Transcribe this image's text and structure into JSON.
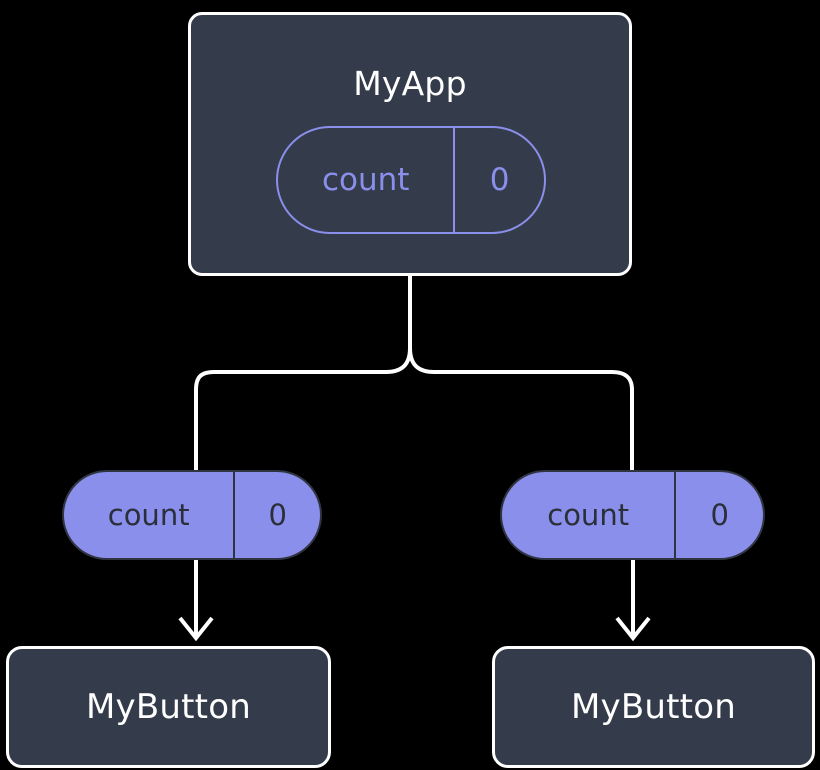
{
  "diagram": {
    "title": "",
    "background": "#000000",
    "colors": {
      "node_fill": "#343B4A",
      "node_stroke": "#FFFFFF",
      "accent": "#8A8FEB",
      "edge": "#FFFFFF",
      "pill_text_dark": "#2A2F3A"
    },
    "root": {
      "label": "MyApp",
      "state": {
        "key": "count",
        "value": "0"
      }
    },
    "children": [
      {
        "state": {
          "key": "count",
          "value": "0"
        },
        "label": "MyButton"
      },
      {
        "state": {
          "key": "count",
          "value": "0"
        },
        "label": "MyButton"
      }
    ]
  }
}
